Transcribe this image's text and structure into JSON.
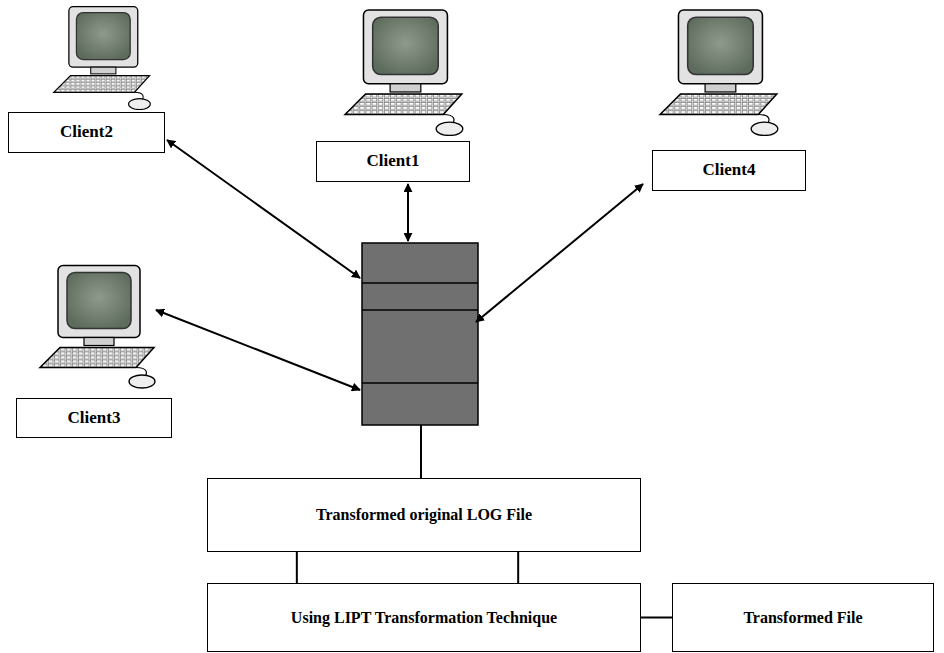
{
  "diagram": {
    "nodes": [
      {
        "text": [
          "Client2"
        ]
      },
      {
        "text": [
          "Client1"
        ]
      },
      {
        "text": [
          "Client4"
        ]
      },
      {
        "text": [
          "Client3"
        ]
      },
      {
        "text": [
          "Transformed original LOG File"
        ]
      },
      {
        "text": [
          "Using LIPT Transformation Technique"
        ]
      },
      {
        "text": [
          "Transformed File"
        ]
      }
    ],
    "edges": [
      {
        "from": 4,
        "to": 5,
        "arrow": "none"
      },
      {
        "from": 4,
        "to": 5,
        "arrow": "none"
      },
      {
        "from": 5,
        "to": 6,
        "arrow": "none"
      }
    ]
  }
}
